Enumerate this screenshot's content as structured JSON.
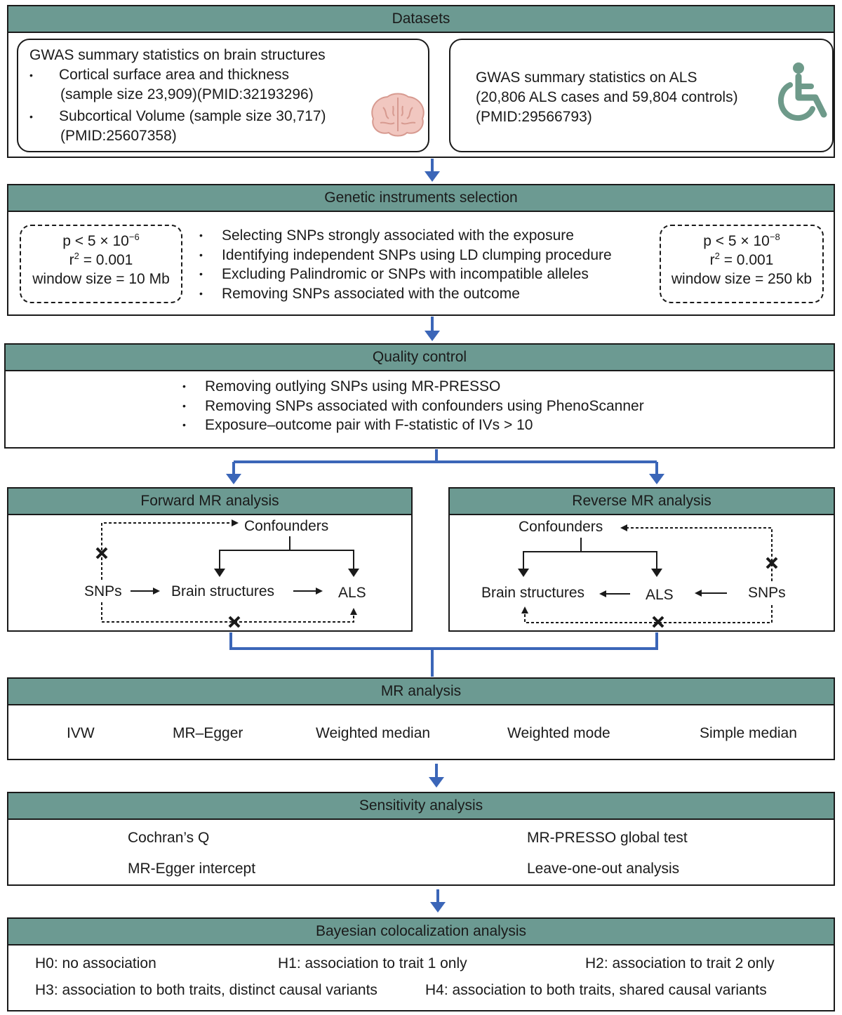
{
  "datasets": {
    "title": "Datasets",
    "left": {
      "heading": "GWAS summary statistics on brain structures",
      "item1_line1": "Cortical surface area and thickness",
      "item1_line2": "(sample size 23,909)(PMID:32193296)",
      "item2_line1": "Subcortical Volume (sample size 30,717)",
      "item2_line2": "(PMID:25607358)"
    },
    "right": {
      "line1": "GWAS summary statistics on ALS",
      "line2": "(20,806 ALS cases and 59,804 controls)",
      "line3": "(PMID:29566793)"
    }
  },
  "instruments": {
    "title": "Genetic instruments selection",
    "left_box": {
      "p_base": "p < 5 × 10",
      "p_exp": "−6",
      "r_base": "r",
      "r_exp": "2",
      "r_val": " = 0.001",
      "window": "window size = 10 Mb"
    },
    "right_box": {
      "p_base": "p < 5 × 10",
      "p_exp": "−8",
      "r_base": "r",
      "r_exp": "2",
      "r_val": " = 0.001",
      "window": "window size = 250 kb"
    },
    "bullets": [
      "Selecting SNPs strongly associated with the exposure",
      "Identifying  independent SNPs using LD clumping procedure",
      "Excluding Palindromic or SNPs with incompatible alleles",
      "Removing SNPs associated with the outcome"
    ]
  },
  "quality": {
    "title": "Quality control",
    "bullets": [
      "Removing outlying SNPs using MR-PRESSO",
      "Removing SNPs associated with confounders using PhenoScanner",
      "Exposure–outcome pair with F-statistic of IVs > 10"
    ]
  },
  "forward": {
    "title": "Forward MR analysis",
    "confounders": "Confounders",
    "snps": "SNPs",
    "brain": "Brain structures",
    "als": "ALS"
  },
  "reverse": {
    "title": "Reverse MR analysis",
    "confounders": "Confounders",
    "brain": "Brain structures",
    "als": "ALS",
    "snps": "SNPs"
  },
  "mr": {
    "title": "MR analysis",
    "methods": [
      "IVW",
      "MR–Egger",
      "Weighted median",
      "Weighted mode",
      "Simple median"
    ]
  },
  "sensitivity": {
    "title": "Sensitivity analysis",
    "items": [
      "Cochran’s Q",
      "MR-PRESSO global test",
      "MR-Egger intercept",
      "Leave-one-out analysis"
    ]
  },
  "bayes": {
    "title": "Bayesian colocalization analysis",
    "h0": "H0: no association",
    "h1": "H1: association to trait 1 only",
    "h2": "H2: association to trait 2 only",
    "h3": "H3: association to both traits, distinct causal variants",
    "h4": "H4: association to both traits, shared causal variants"
  },
  "colors": {
    "header_fill": "#6c9a92",
    "arrow_blue": "#3b66b8",
    "brain_pink": "#f1c7c0",
    "wheelchair": "#6e9a8a"
  }
}
